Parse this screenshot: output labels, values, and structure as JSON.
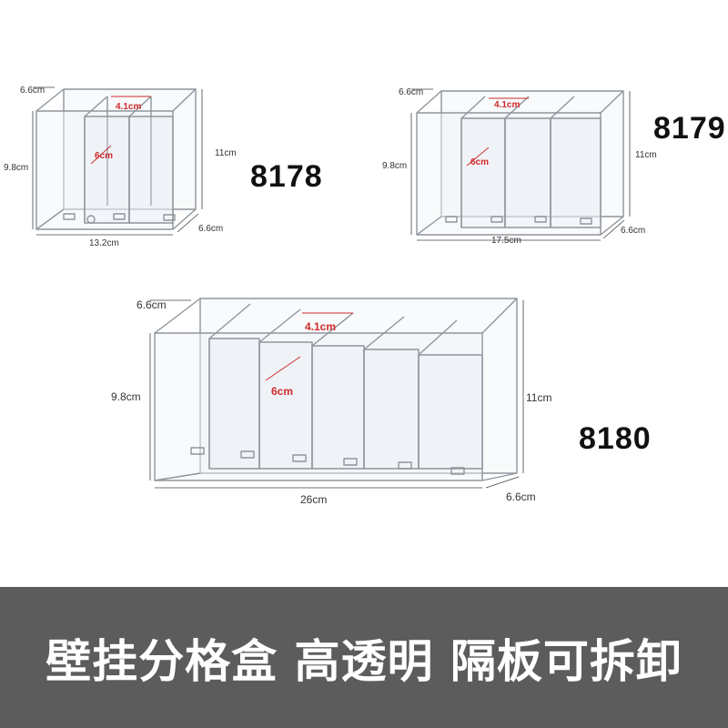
{
  "products": [
    {
      "model": "8178",
      "dimensions": {
        "depth_top": "6.6cm",
        "compartment_width": "4.1cm",
        "front_height": "9.8cm",
        "divider_depth": "6cm",
        "back_height": "11cm",
        "depth_side": "6.6cm",
        "length": "13.2cm"
      }
    },
    {
      "model": "8179",
      "dimensions": {
        "depth_top": "6.6cm",
        "compartment_width": "4.1cm",
        "front_height": "9.8cm",
        "divider_depth": "6cm",
        "back_height": "11cm",
        "depth_side": "6.6cm",
        "length": "17.5cm"
      }
    },
    {
      "model": "8180",
      "dimensions": {
        "depth_top": "6.6cm",
        "compartment_width": "4.1cm",
        "front_height": "9.8cm",
        "divider_depth": "6cm",
        "back_height": "11cm",
        "depth_side": "6.6cm",
        "length": "26cm"
      }
    }
  ],
  "banner": {
    "text": "壁挂分格盒 高透明 隔板可拆卸",
    "background": "#5c5c5c",
    "text_color": "#ffffff"
  },
  "colors": {
    "dimension_highlight": "#d12a2a",
    "acrylic_edge": "#9aa0a6"
  }
}
